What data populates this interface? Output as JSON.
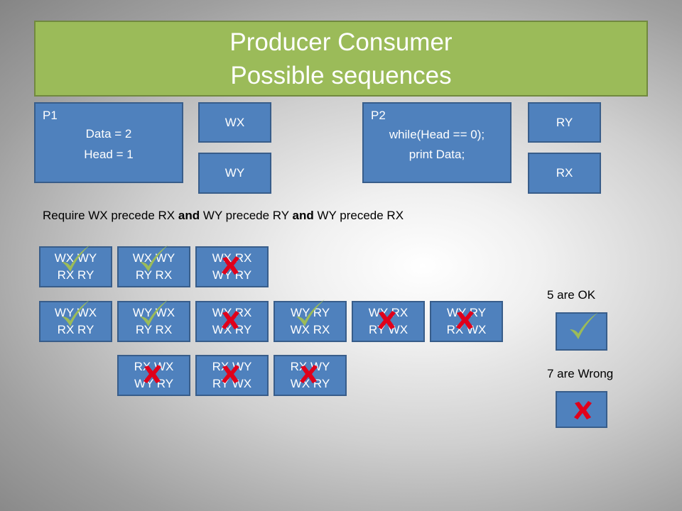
{
  "title": {
    "line1": "Producer Consumer",
    "line2": "Possible sequences"
  },
  "p1": {
    "label": "P1",
    "line1": "Data = 2",
    "line2": "Head = 1"
  },
  "p2": {
    "label": "P2",
    "line1": "while(Head == 0);",
    "line2": "print Data;"
  },
  "ops": {
    "wx": "WX",
    "wy": "WY",
    "ry": "RY",
    "rx": "RX"
  },
  "requirement": {
    "part1": "Require WX precede RX ",
    "and1": "and",
    "part2": " WY precede RY ",
    "and2": "and",
    "part3": " WY precede RX"
  },
  "sequences": [
    {
      "line1": "WX WY",
      "line2": "RX RY",
      "ok": true
    },
    {
      "line1": "WX WY",
      "line2": "RY RX",
      "ok": true
    },
    {
      "line1": "WX RX",
      "line2": "WY RY",
      "ok": false
    },
    {
      "line1": "WY WX",
      "line2": "RX RY",
      "ok": true
    },
    {
      "line1": "WY WX",
      "line2": "RY RX",
      "ok": true
    },
    {
      "line1": "WY RX",
      "line2": "WX RY",
      "ok": false
    },
    {
      "line1": "WY RY",
      "line2": "WX RX",
      "ok": true
    },
    {
      "line1": "WY RX",
      "line2": "RY WX",
      "ok": false
    },
    {
      "line1": "WY RY",
      "line2": "RX WX",
      "ok": false
    },
    {
      "line1": "RX WX",
      "line2": "WY RY",
      "ok": false
    },
    {
      "line1": "RX WY",
      "line2": "RY WX",
      "ok": false
    },
    {
      "line1": "RX WY",
      "line2": "WX RY",
      "ok": false
    }
  ],
  "summary": {
    "ok_text": "5 are OK",
    "wrong_text": "7 are Wrong"
  },
  "colors": {
    "title_fill": "#9bbb59",
    "box_fill": "#4f81bd",
    "box_border": "#385d8a",
    "check": "#9bbb59",
    "cross": "#e0001b"
  }
}
